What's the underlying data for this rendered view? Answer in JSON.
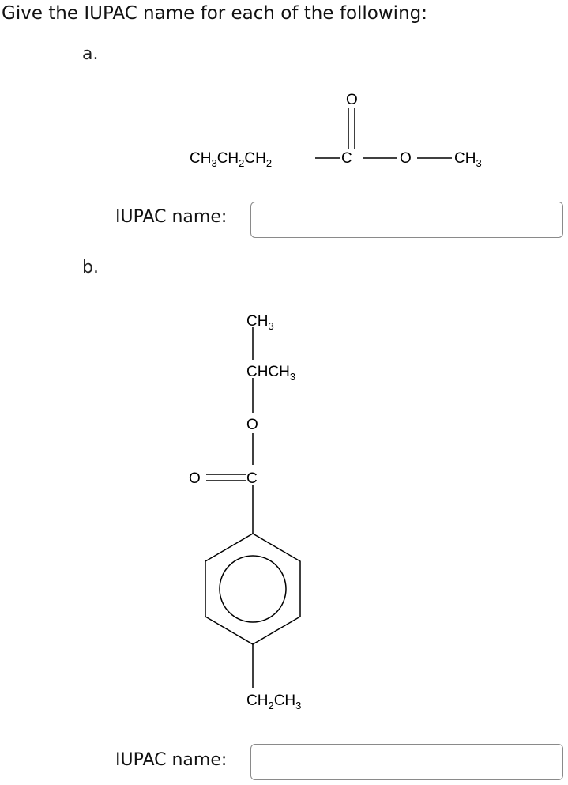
{
  "question": {
    "title": "Give the IUPAC name for each of the following:"
  },
  "parts": [
    {
      "label": "a.",
      "structure": {
        "chain_atoms": [
          "CH",
          "3",
          "CH",
          "2",
          "CH",
          "2"
        ],
        "carbonyl_carbon": "C",
        "carbonyl_oxygen": "O",
        "ester_oxygen": "O",
        "methyl": [
          "CH",
          "3"
        ]
      },
      "answer": {
        "label": "IUPAC name:",
        "value": "",
        "placeholder": ""
      }
    },
    {
      "label": "b.",
      "structure": {
        "top_methyl": [
          "CH",
          "3"
        ],
        "branch_carbon": [
          "CHCH",
          "3"
        ],
        "ester_oxygen": "O",
        "carbonyl_oxygen": "O",
        "carbonyl_carbon": "C",
        "para_substituent": [
          "CH",
          "2",
          "CH",
          "3"
        ]
      },
      "answer": {
        "label": "IUPAC name:",
        "value": "",
        "placeholder": ""
      }
    }
  ]
}
